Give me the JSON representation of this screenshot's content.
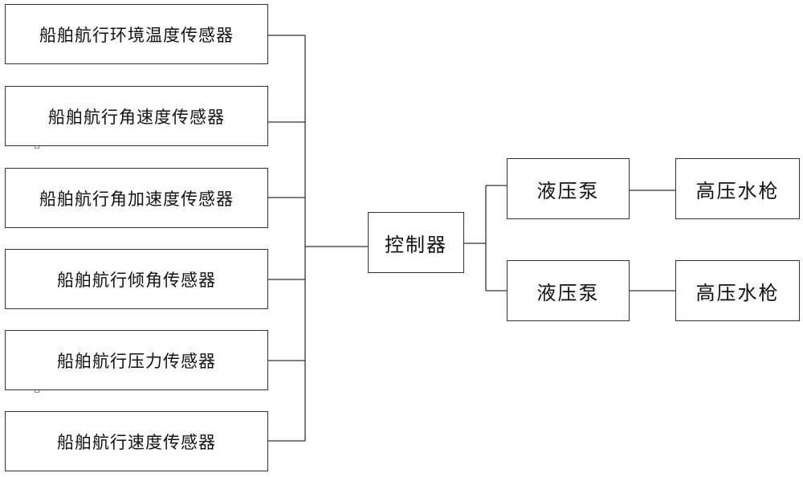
{
  "diagram": {
    "sensors": [
      "船舶航行环境温度传感器",
      "船舶航行角速度传感器",
      "船舶航行角加速度传感器",
      "船舶航行倾角传感器",
      "船舶航行压力传感器",
      "船舶航行速度传感器"
    ],
    "controller": "控制器",
    "outputs": [
      {
        "pump": "液压泵",
        "gun": "高压水枪"
      },
      {
        "pump": "液压泵",
        "gun": "高压水枪"
      }
    ]
  }
}
